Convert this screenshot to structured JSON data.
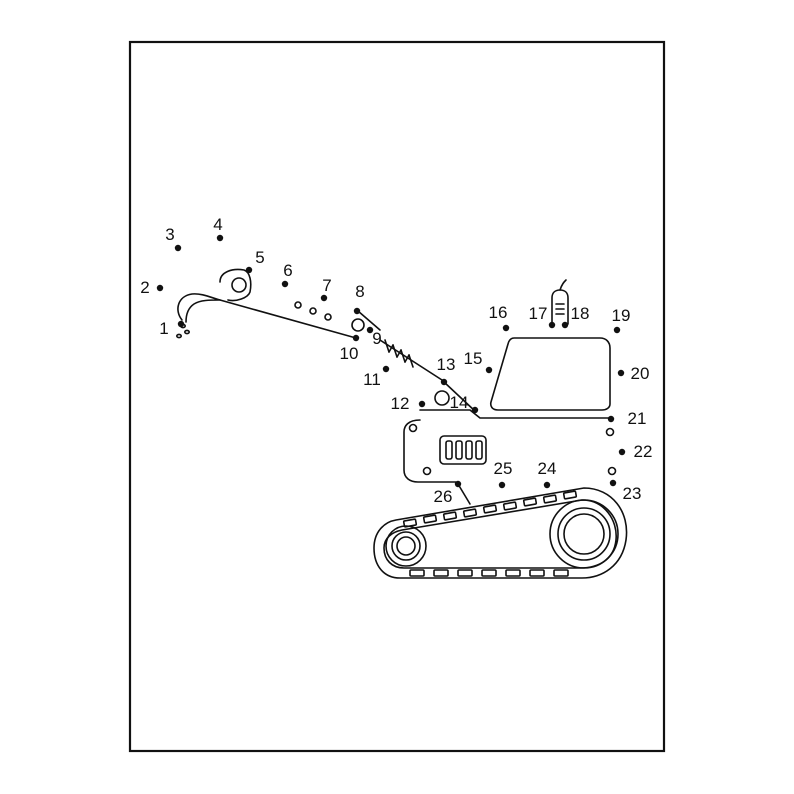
{
  "worksheet": {
    "dots": [
      {
        "label": "1"
      },
      {
        "label": "2"
      },
      {
        "label": "3"
      },
      {
        "label": "4"
      },
      {
        "label": "5"
      },
      {
        "label": "6"
      },
      {
        "label": "7"
      },
      {
        "label": "8"
      },
      {
        "label": "9"
      },
      {
        "label": "10"
      },
      {
        "label": "11"
      },
      {
        "label": "12"
      },
      {
        "label": "13"
      },
      {
        "label": "14"
      },
      {
        "label": "15"
      },
      {
        "label": "16"
      },
      {
        "label": "17"
      },
      {
        "label": "18"
      },
      {
        "label": "19"
      },
      {
        "label": "20"
      },
      {
        "label": "21"
      },
      {
        "label": "22"
      },
      {
        "label": "23"
      },
      {
        "label": "24"
      },
      {
        "label": "25"
      },
      {
        "label": "26"
      }
    ]
  }
}
